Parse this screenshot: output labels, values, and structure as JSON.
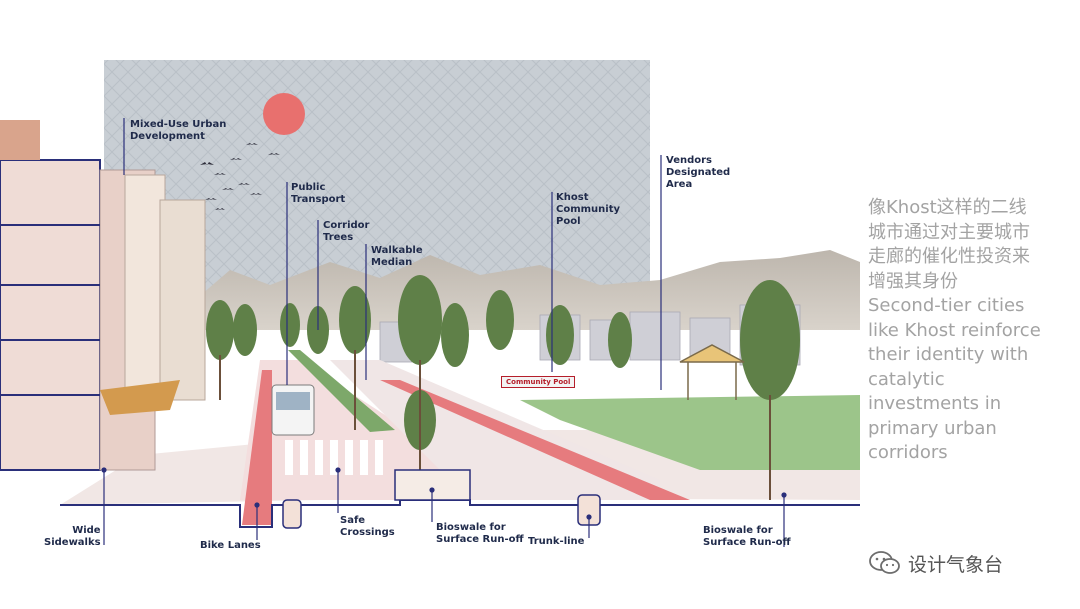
{
  "callouts": {
    "mixed_use": "Mixed-Use Urban\nDevelopment",
    "public_transport": "Public\nTransport",
    "corridor_trees": "Corridor\nTrees",
    "walkable_median": "Walkable\nMedian",
    "khost_pool": "Khost\nCommunity\nPool",
    "vendors": "Vendors\nDesignated\nArea",
    "wide_sidewalks": "Wide\nSidewalks",
    "bike_lanes": "Bike Lanes",
    "safe_crossings": "Safe\nCrossings",
    "bioswale_left": "Bioswale for\nSurface Run-off",
    "trunk_line": "Trunk-line",
    "bioswale_right": "Bioswale for\nSurface Run-off"
  },
  "pool_sign": "Community Pool",
  "side_text_lines": [
    "像Khost这样的二线",
    "城市通过对主要城市",
    "走廊的催化性投资来",
    "增强其身份",
    "Second-tier cities",
    "like Khost reinforce",
    "their identity with",
    "catalytic",
    "investments in",
    "primary urban",
    "corridors"
  ],
  "watermark": "设计气象台",
  "colors": {
    "sky": "#c8ced4",
    "sun": "#e8706e",
    "road": "#f3dede",
    "bike_lane": "#e67b7e",
    "outline": "#2a2f7a",
    "grass": "#9cc58a",
    "side_text": "#a3a3a3"
  }
}
